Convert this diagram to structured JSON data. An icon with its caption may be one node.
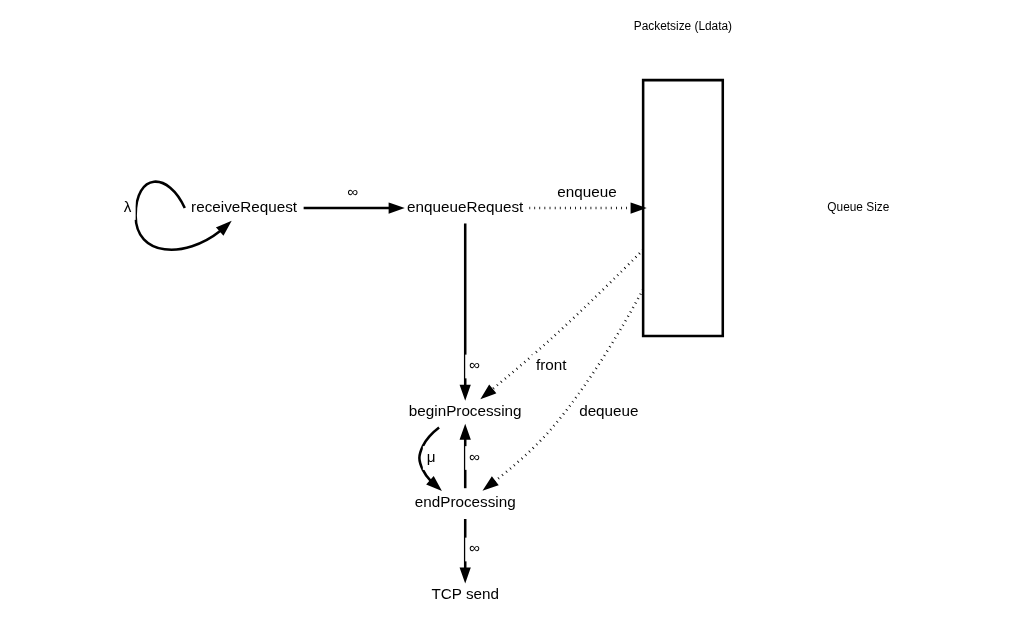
{
  "diagram": {
    "nodes": [
      {
        "text": [
          "receiveRequest"
        ]
      },
      {
        "text": [
          "enqueueRequest"
        ]
      },
      {
        "text": [
          "beginProcessing"
        ]
      },
      {
        "text": [
          "endProcessing"
        ]
      },
      {
        "text": [
          "TCP send"
        ]
      },
      {
        "text": [],
        "shape": "box"
      }
    ],
    "edges": [
      {
        "from": 0,
        "to": 0,
        "arrow": "to",
        "label": "λ"
      },
      {
        "from": 0,
        "to": 1,
        "arrow": "to",
        "label": "∞"
      },
      {
        "from": 1,
        "to": 5,
        "arrow": "to",
        "label": "enqueue",
        "style": "dashed"
      },
      {
        "from": 1,
        "to": 2,
        "arrow": "to",
        "label": "∞"
      },
      {
        "from": 5,
        "to": 2,
        "arrow": "to",
        "label": "front",
        "style": "dashed"
      },
      {
        "from": 2,
        "to": 3,
        "arrow": "to",
        "label": "μ"
      },
      {
        "from": 5,
        "to": 3,
        "arrow": "to",
        "label": "dequeue",
        "style": "dashed"
      },
      {
        "from": 3,
        "to": 2,
        "arrow": "to",
        "label": "∞"
      },
      {
        "from": 3,
        "to": 4,
        "arrow": "to",
        "label": "∞"
      }
    ],
    "labels": [
      "Packetsize (Ldata)",
      "Queue Size"
    ]
  }
}
